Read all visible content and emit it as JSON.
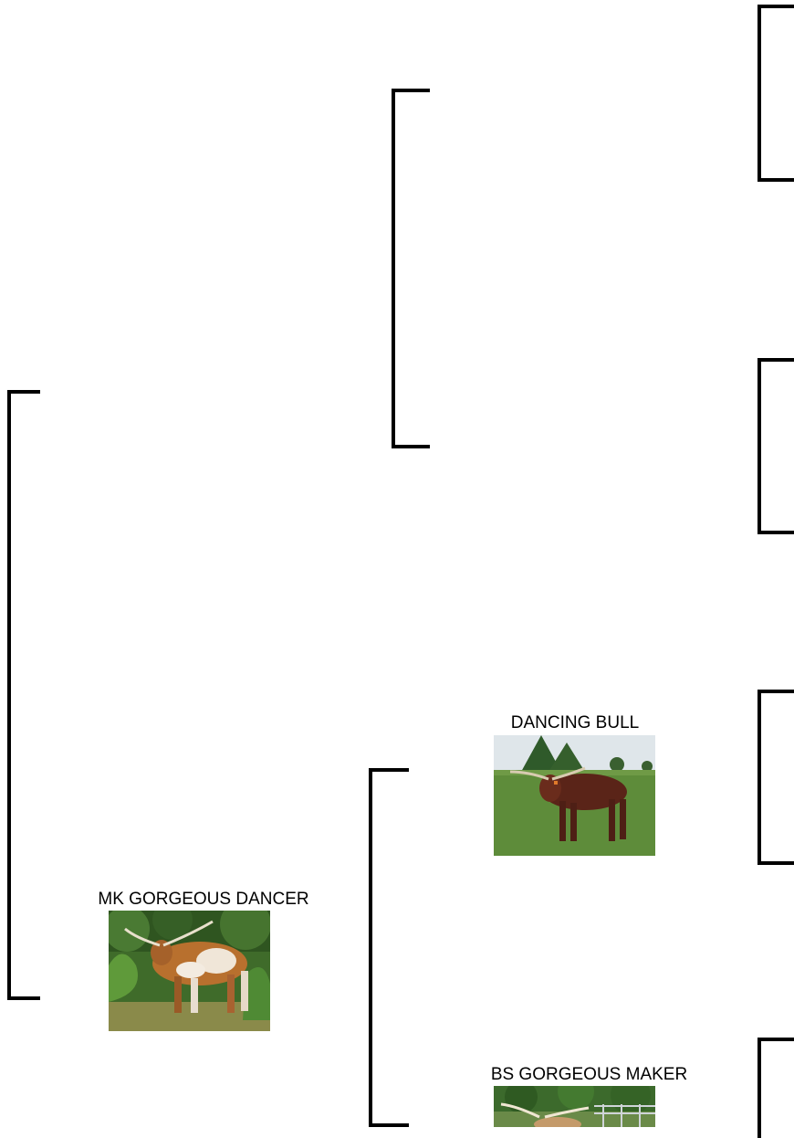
{
  "pedigree": {
    "subject": {
      "name": "MK GORGEOUS DANCER",
      "photo_icon": "longhorn-cow-photo"
    },
    "sire": {
      "name": "",
      "sire": {
        "name": ""
      },
      "dam": {
        "name": ""
      }
    },
    "dam": {
      "sire": {
        "name": "DANCING BULL",
        "photo_icon": "brown-bull-photo"
      },
      "dam": {
        "name": "BS GORGEOUS MAKER",
        "photo_icon": "longhorn-photo"
      }
    }
  }
}
